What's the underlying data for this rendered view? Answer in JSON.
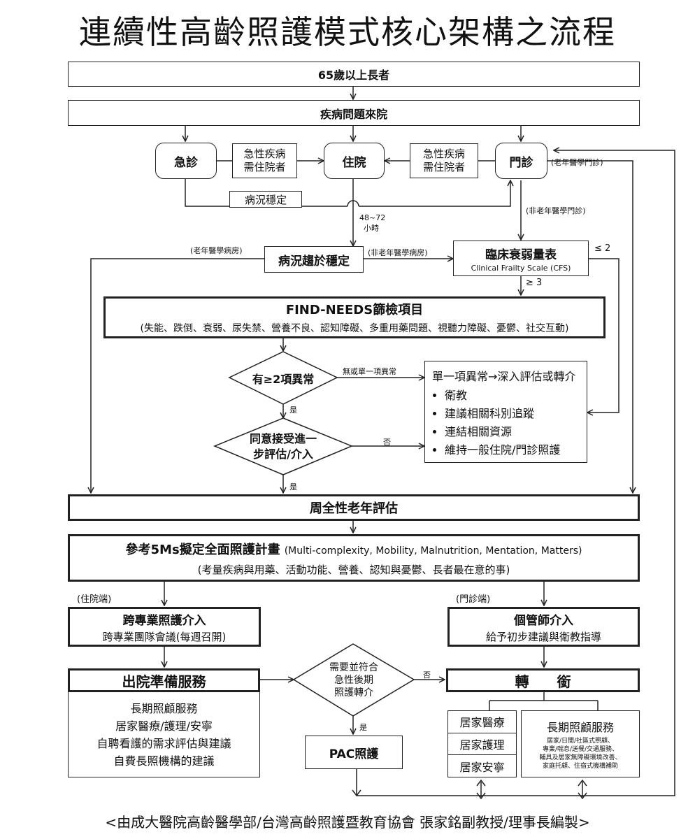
{
  "title": "連續性高齡照護模式核心架構之流程",
  "nodes": {
    "elder": "65歲以上長者",
    "disease": "疾病問題來院",
    "er": "急診",
    "admit": "住院",
    "opd": "門診",
    "er_note": [
      "急性疾病",
      "需住院者"
    ],
    "opd_note": [
      "急性疾病",
      "需住院者"
    ],
    "stable": "病況穩定",
    "trend_stable": "病況趨於穩定",
    "cfs_title": "臨床衰弱量表",
    "cfs_sub": "Clinical Frailty Scale (CFS)",
    "find_title": "FIND-NEEDS篩檢項目",
    "find_sub": "(失能、跌倒、衰弱、尿失禁、營養不良、認知障礙、多重用藥問題、視聽力障礙、憂鬱、社交互動)",
    "q_abnormal": "有≥2項異常",
    "q_agree": [
      "同意接受進一",
      "步評估/介入"
    ],
    "single_title": "單一項異常→深入評估或轉介",
    "single_items": [
      "衛教",
      "建議相關科別追蹤",
      "連結相關資源",
      "維持一般住院/門診照護"
    ],
    "cga": "周全性老年評估",
    "plan_title": "參考5Ms擬定全面照護計畫",
    "plan_en": "(Multi-complexity, Mobility, Malnutrition, Mentation, Matters)",
    "plan_sub": "(考量疾病與用藥、活動功能、營養、認知與憂鬱、長者最在意的事)",
    "inter_title": "跨專業照護介入",
    "inter_sub": "跨專業團隊會議(每週召開)",
    "case_title": "個管師介入",
    "case_sub": "給予初步建議與衛教指導",
    "discharge": "出院準備服務",
    "discharge_items": [
      "長期照顧服務",
      "居家醫療/護理/安寧",
      "自聘看護的需求評估與建議",
      "自費長照機構的建議"
    ],
    "q_pac": [
      "需要並符合",
      "急性後期",
      "照護轉介"
    ],
    "transfer": "轉　　銜",
    "pac": "PAC照護",
    "home_items": [
      "居家醫療",
      "居家護理",
      "居家安寧"
    ],
    "ltc_title": "長期照顧服務",
    "ltc_sub": [
      "居家/日間/社區式照顧、",
      "專業/喘息/送餐/交通服務、",
      "輔具及居家無障礙環境改善、",
      "家庭托顧、住宿式機構補助"
    ]
  },
  "labels": {
    "geri_opd": "(老年醫學門診)",
    "non_geri_opd": "(非老年醫學門診)",
    "hours": [
      "48~72",
      "小時"
    ],
    "geri_ward": "(老年醫學病房)",
    "non_geri_ward": "(非老年醫學病房)",
    "le2": "≤ 2",
    "ge3": "≥ 3",
    "none_or_one": "無或單一項異常",
    "yes1": "是",
    "no1": "否",
    "yes2": "是",
    "inpatient": "(住院端)",
    "outpatient": "(門診端)",
    "no2": "否",
    "yes3": "是"
  },
  "footer": "<由成大醫院高齡醫學部/台灣高齡照護暨教育協會 張家銘副教授/理事長編製>"
}
